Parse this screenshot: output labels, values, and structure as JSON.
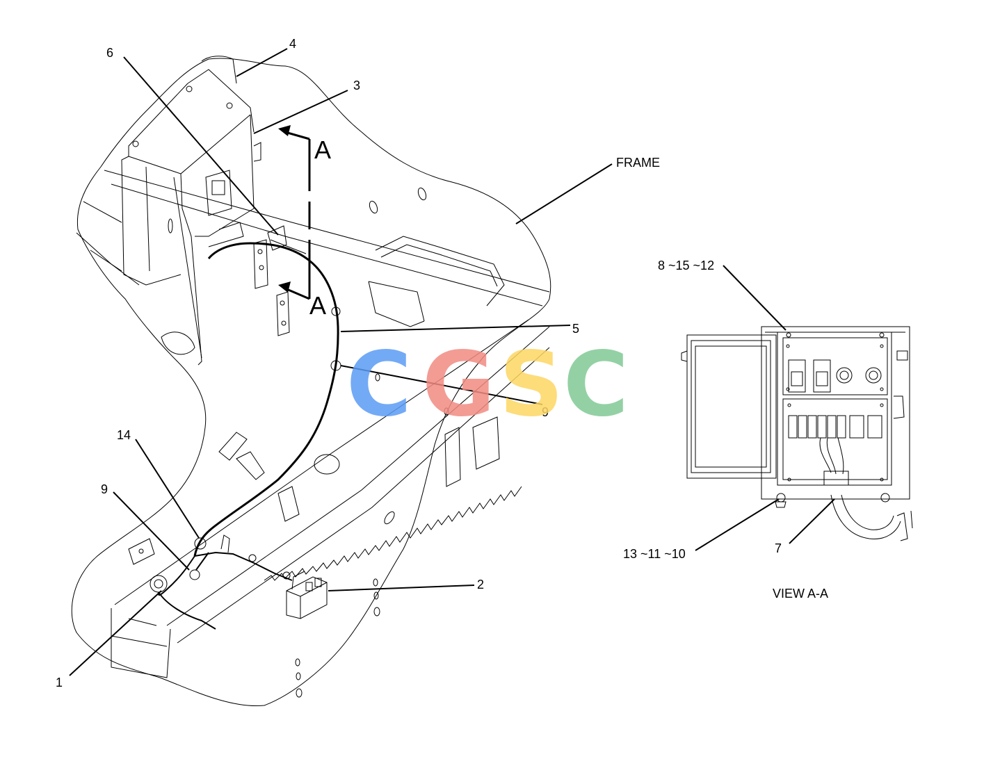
{
  "callouts": {
    "c1": "1",
    "c2": "2",
    "c3": "3",
    "c4": "4",
    "c5": "5",
    "c6": "6",
    "c7": "7",
    "c9a": "9",
    "c9b": "9",
    "c14": "14",
    "c8_15_12": "8 ~15 ~12",
    "c13_11_10": "13 ~11 ~10",
    "frame": "FRAME"
  },
  "section_marks": {
    "top": "A",
    "bottom": "A"
  },
  "view_title": "VIEW A-A",
  "watermark": {
    "letters": [
      "C",
      "G",
      "S",
      "C"
    ],
    "colors": [
      "#5b9cf5",
      "#f28b82",
      "#fdd663",
      "#81c995"
    ]
  }
}
